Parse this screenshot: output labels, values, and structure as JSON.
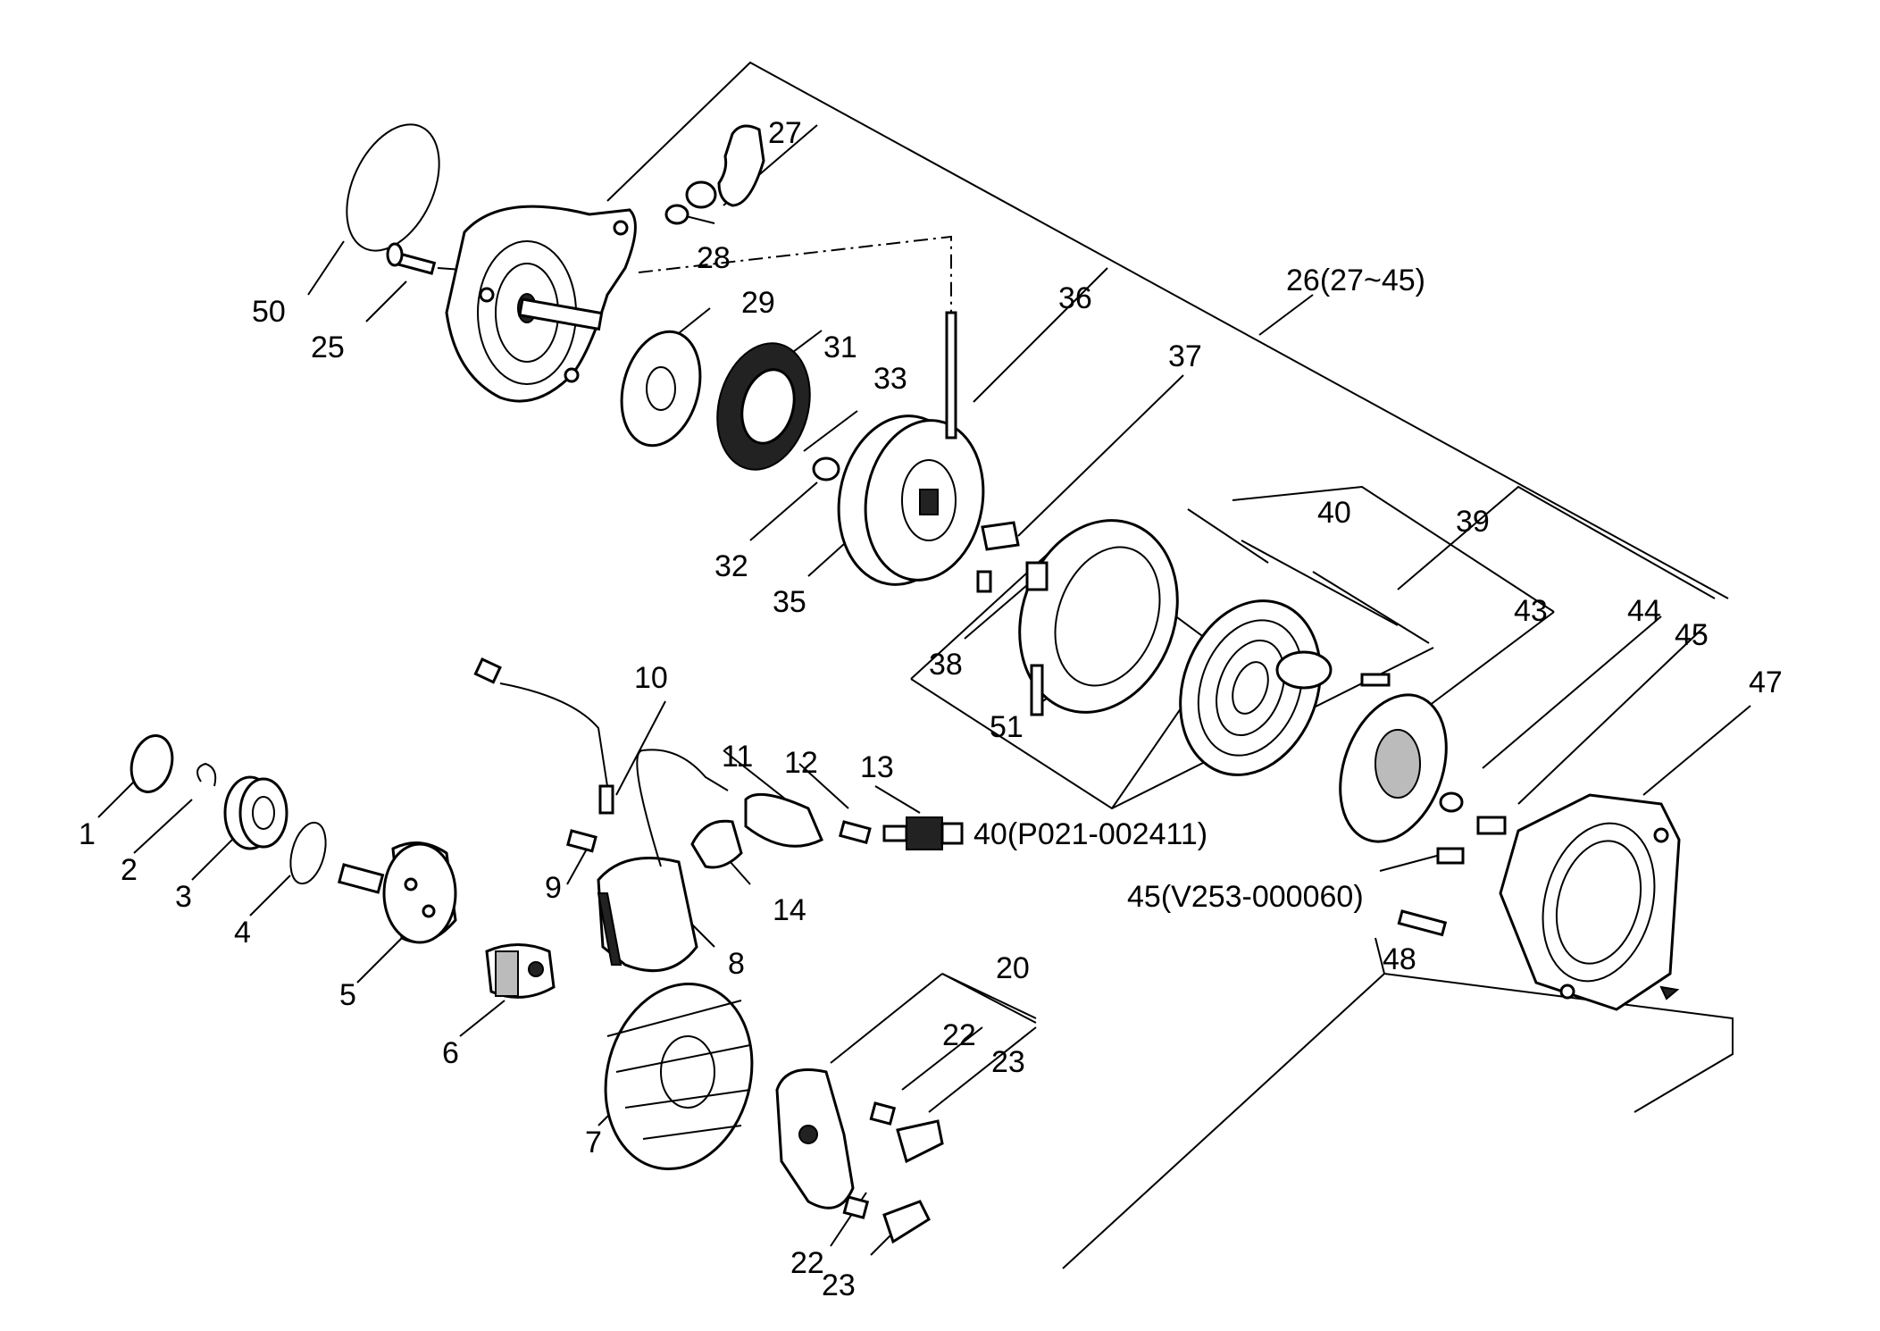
{
  "diagram": {
    "labels": [
      {
        "id": "1",
        "text": "1"
      },
      {
        "id": "2",
        "text": "2"
      },
      {
        "id": "3",
        "text": "3"
      },
      {
        "id": "4",
        "text": "4"
      },
      {
        "id": "5",
        "text": "5"
      },
      {
        "id": "6",
        "text": "6"
      },
      {
        "id": "7",
        "text": "7"
      },
      {
        "id": "8",
        "text": "8"
      },
      {
        "id": "9",
        "text": "9"
      },
      {
        "id": "10",
        "text": "10"
      },
      {
        "id": "11",
        "text": "11"
      },
      {
        "id": "12",
        "text": "12"
      },
      {
        "id": "13",
        "text": "13"
      },
      {
        "id": "14",
        "text": "14"
      },
      {
        "id": "20",
        "text": "20"
      },
      {
        "id": "22a",
        "text": "22"
      },
      {
        "id": "23a",
        "text": "23"
      },
      {
        "id": "22b",
        "text": "22"
      },
      {
        "id": "23b",
        "text": "23"
      },
      {
        "id": "25",
        "text": "25"
      },
      {
        "id": "26",
        "text": "26(27~45)"
      },
      {
        "id": "27",
        "text": "27"
      },
      {
        "id": "28",
        "text": "28"
      },
      {
        "id": "29",
        "text": "29"
      },
      {
        "id": "31",
        "text": "31"
      },
      {
        "id": "32",
        "text": "32"
      },
      {
        "id": "33",
        "text": "33"
      },
      {
        "id": "35",
        "text": "35"
      },
      {
        "id": "36",
        "text": "36"
      },
      {
        "id": "37",
        "text": "37"
      },
      {
        "id": "38",
        "text": "38"
      },
      {
        "id": "39",
        "text": "39"
      },
      {
        "id": "40",
        "text": "40"
      },
      {
        "id": "40p",
        "text": "40(P021-002411)"
      },
      {
        "id": "43",
        "text": "43"
      },
      {
        "id": "44",
        "text": "44"
      },
      {
        "id": "45",
        "text": "45"
      },
      {
        "id": "45v",
        "text": "45(V253-000060)"
      },
      {
        "id": "47",
        "text": "47"
      },
      {
        "id": "48",
        "text": "48"
      },
      {
        "id": "50",
        "text": "50"
      },
      {
        "id": "51",
        "text": "51"
      }
    ]
  }
}
